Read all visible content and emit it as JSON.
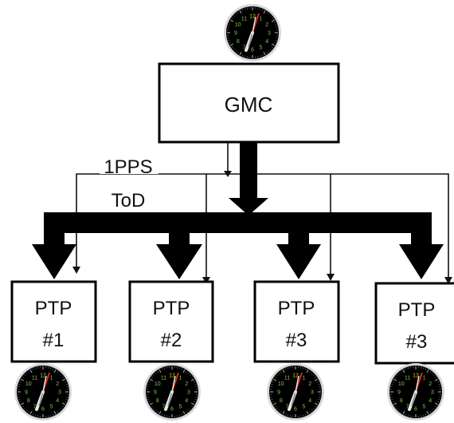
{
  "gmc": {
    "label": "GMC"
  },
  "signals": {
    "pps": "1PPS",
    "tod": "ToD"
  },
  "nodes": [
    {
      "line1": "PTP",
      "line2": "#1"
    },
    {
      "line1": "PTP",
      "line2": "#2"
    },
    {
      "line1": "PTP",
      "line2": "#3"
    },
    {
      "line1": "PTP",
      "line2": "#3"
    }
  ],
  "clock": {
    "face_color": "#000000",
    "numeral_color": "#7ec850",
    "top_numeral_color": "#e8c800",
    "hand_color": "#e03020",
    "second_hand_color": "#f0f0f0",
    "numerals": [
      "12",
      "1",
      "2",
      "3",
      "4",
      "5",
      "6",
      "7",
      "8",
      "9",
      "10",
      "11"
    ]
  }
}
